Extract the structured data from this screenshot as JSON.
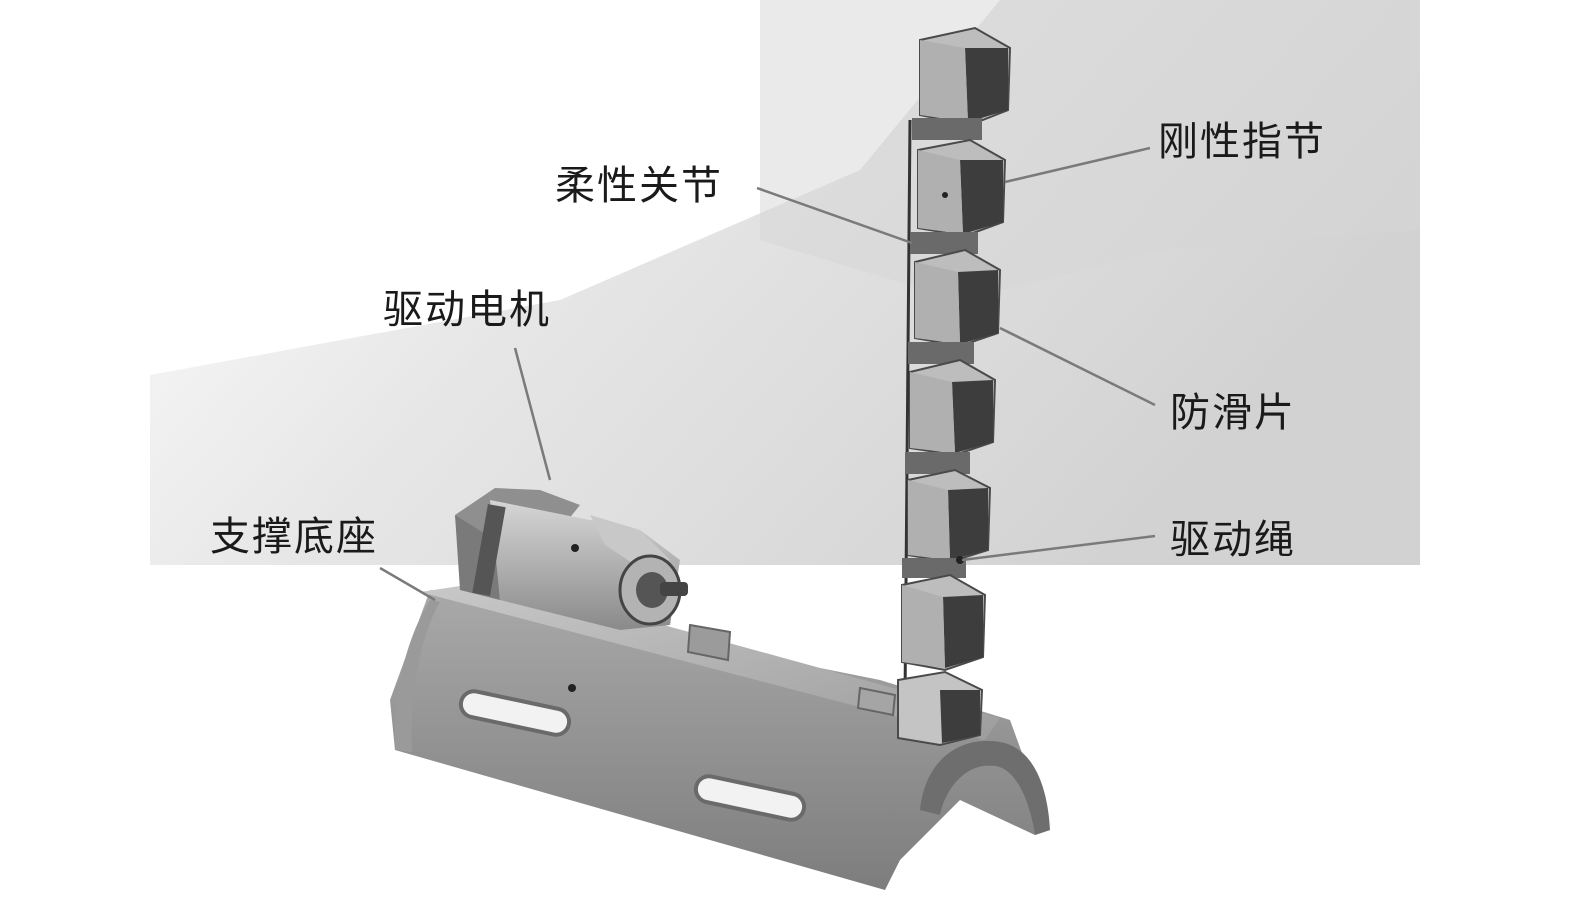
{
  "diagram": {
    "labels": {
      "rigid_phalanx": "刚性指节",
      "flexible_joint": "柔性关节",
      "drive_motor": "驱动电机",
      "anti_slip_pad": "防滑片",
      "support_base": "支撑底座",
      "drive_cable": "驱动绳"
    },
    "colors": {
      "backdrop": "#dcdcdc",
      "part_light": "#b9b9b9",
      "part_mid": "#8e8e8e",
      "part_dark": "#3c3c3c",
      "leader_line": "#7a7a7a",
      "text": "#1a1a1a"
    }
  }
}
